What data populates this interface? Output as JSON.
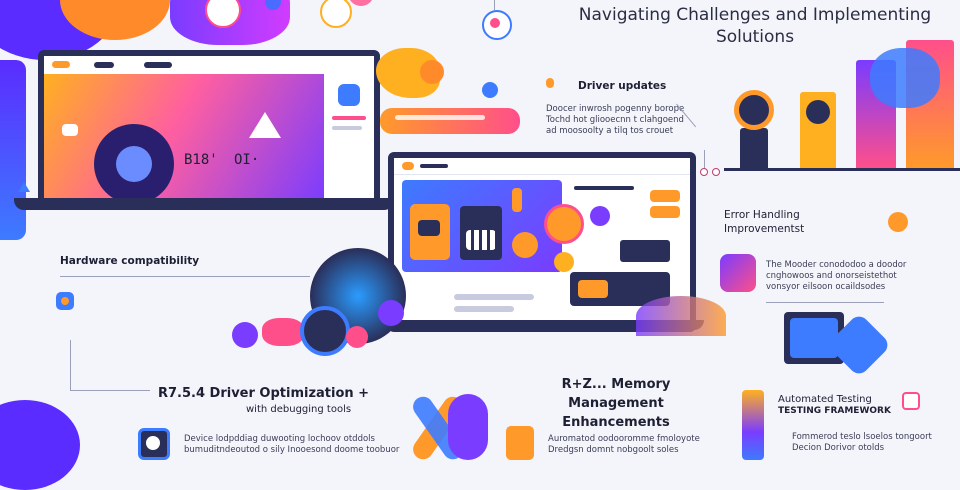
{
  "header": {
    "title_line1": "Navigating Challenges and Implementing",
    "title_line2": "Solutions"
  },
  "labels": {
    "driver_updates": "Driver updates",
    "driver_updates_desc1": "Doocer inwrosh pogenny borope",
    "driver_updates_desc2": "Tochd hot gliooecnn t clahgoend",
    "driver_updates_desc3": "ad moosoolty a tilq tos crouet",
    "error_handling1": "Error Handling",
    "error_handling2": "Improvementst",
    "error_desc1": "The Mooder conododoo a doodor",
    "error_desc2": "cnghowoos and onorseistethot",
    "error_desc3": "vonsyor eilsoon ocaildsodes",
    "hardware": "Hardware compatibility",
    "driver_opt1": "R7.5.4 Driver Optimization +",
    "driver_opt2": "with debugging tools",
    "driver_opt_desc1": "Device lodpddiag duwooting lochoov otddols",
    "driver_opt_desc2": "bumuditndeoutod o sily Inooesond doome toobuor",
    "memory1": "R+Z... Memory",
    "memory2": "Management",
    "memory3": "Enhancements",
    "memory_desc1": "Auromatod oodooromme fmoloyote",
    "memory_desc2": "Dredgsn domnt nobgoolt soles",
    "testing1": "Automated Testing",
    "testing2": "TESTING FRAMEWORK",
    "testing_desc1": "Fommerod teslo lsoelos tongoort",
    "testing_desc2": "Decion Dorivor otolds",
    "laptop_nums": "B18'",
    "laptop_nums2": "OI·"
  },
  "colors": {
    "accent_orange": "#ff9a2a",
    "accent_pink": "#ff4f8a",
    "accent_purple": "#7a3cff",
    "accent_blue": "#3d7bff",
    "navy": "#2a2f5a"
  }
}
